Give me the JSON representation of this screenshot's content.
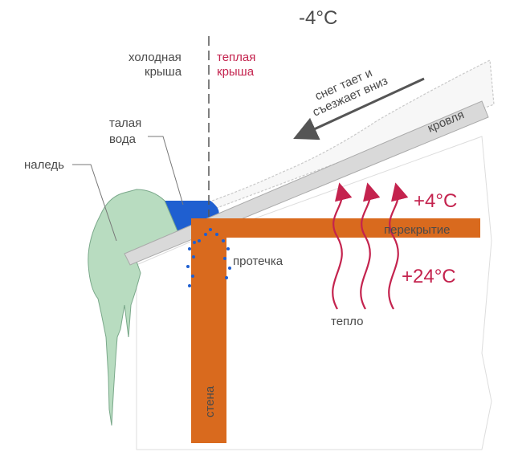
{
  "diagram": {
    "outside_temp": "-4°C",
    "cold_roof": [
      "холодная",
      "крыша"
    ],
    "warm_roof": [
      "теплая",
      "крыша"
    ],
    "thawed_water": [
      "талая",
      "вода"
    ],
    "ice_dam": "наледь",
    "snow_note": [
      "снег тает и",
      "съезжает вниз"
    ],
    "roof": "кровля",
    "ceiling": "перекрытие",
    "attic_temp": "+4°C",
    "room_temp": "+24°C",
    "leak": "протечка",
    "heat": "тепло",
    "wall": "стена"
  },
  "colors": {
    "ice": "#b8dcc0",
    "water": "#1f5fd0",
    "wood": "#d96a1e",
    "roof": "#d9d9d9",
    "heat_arrows": "#c4234e",
    "text": "#4a4a4a"
  }
}
